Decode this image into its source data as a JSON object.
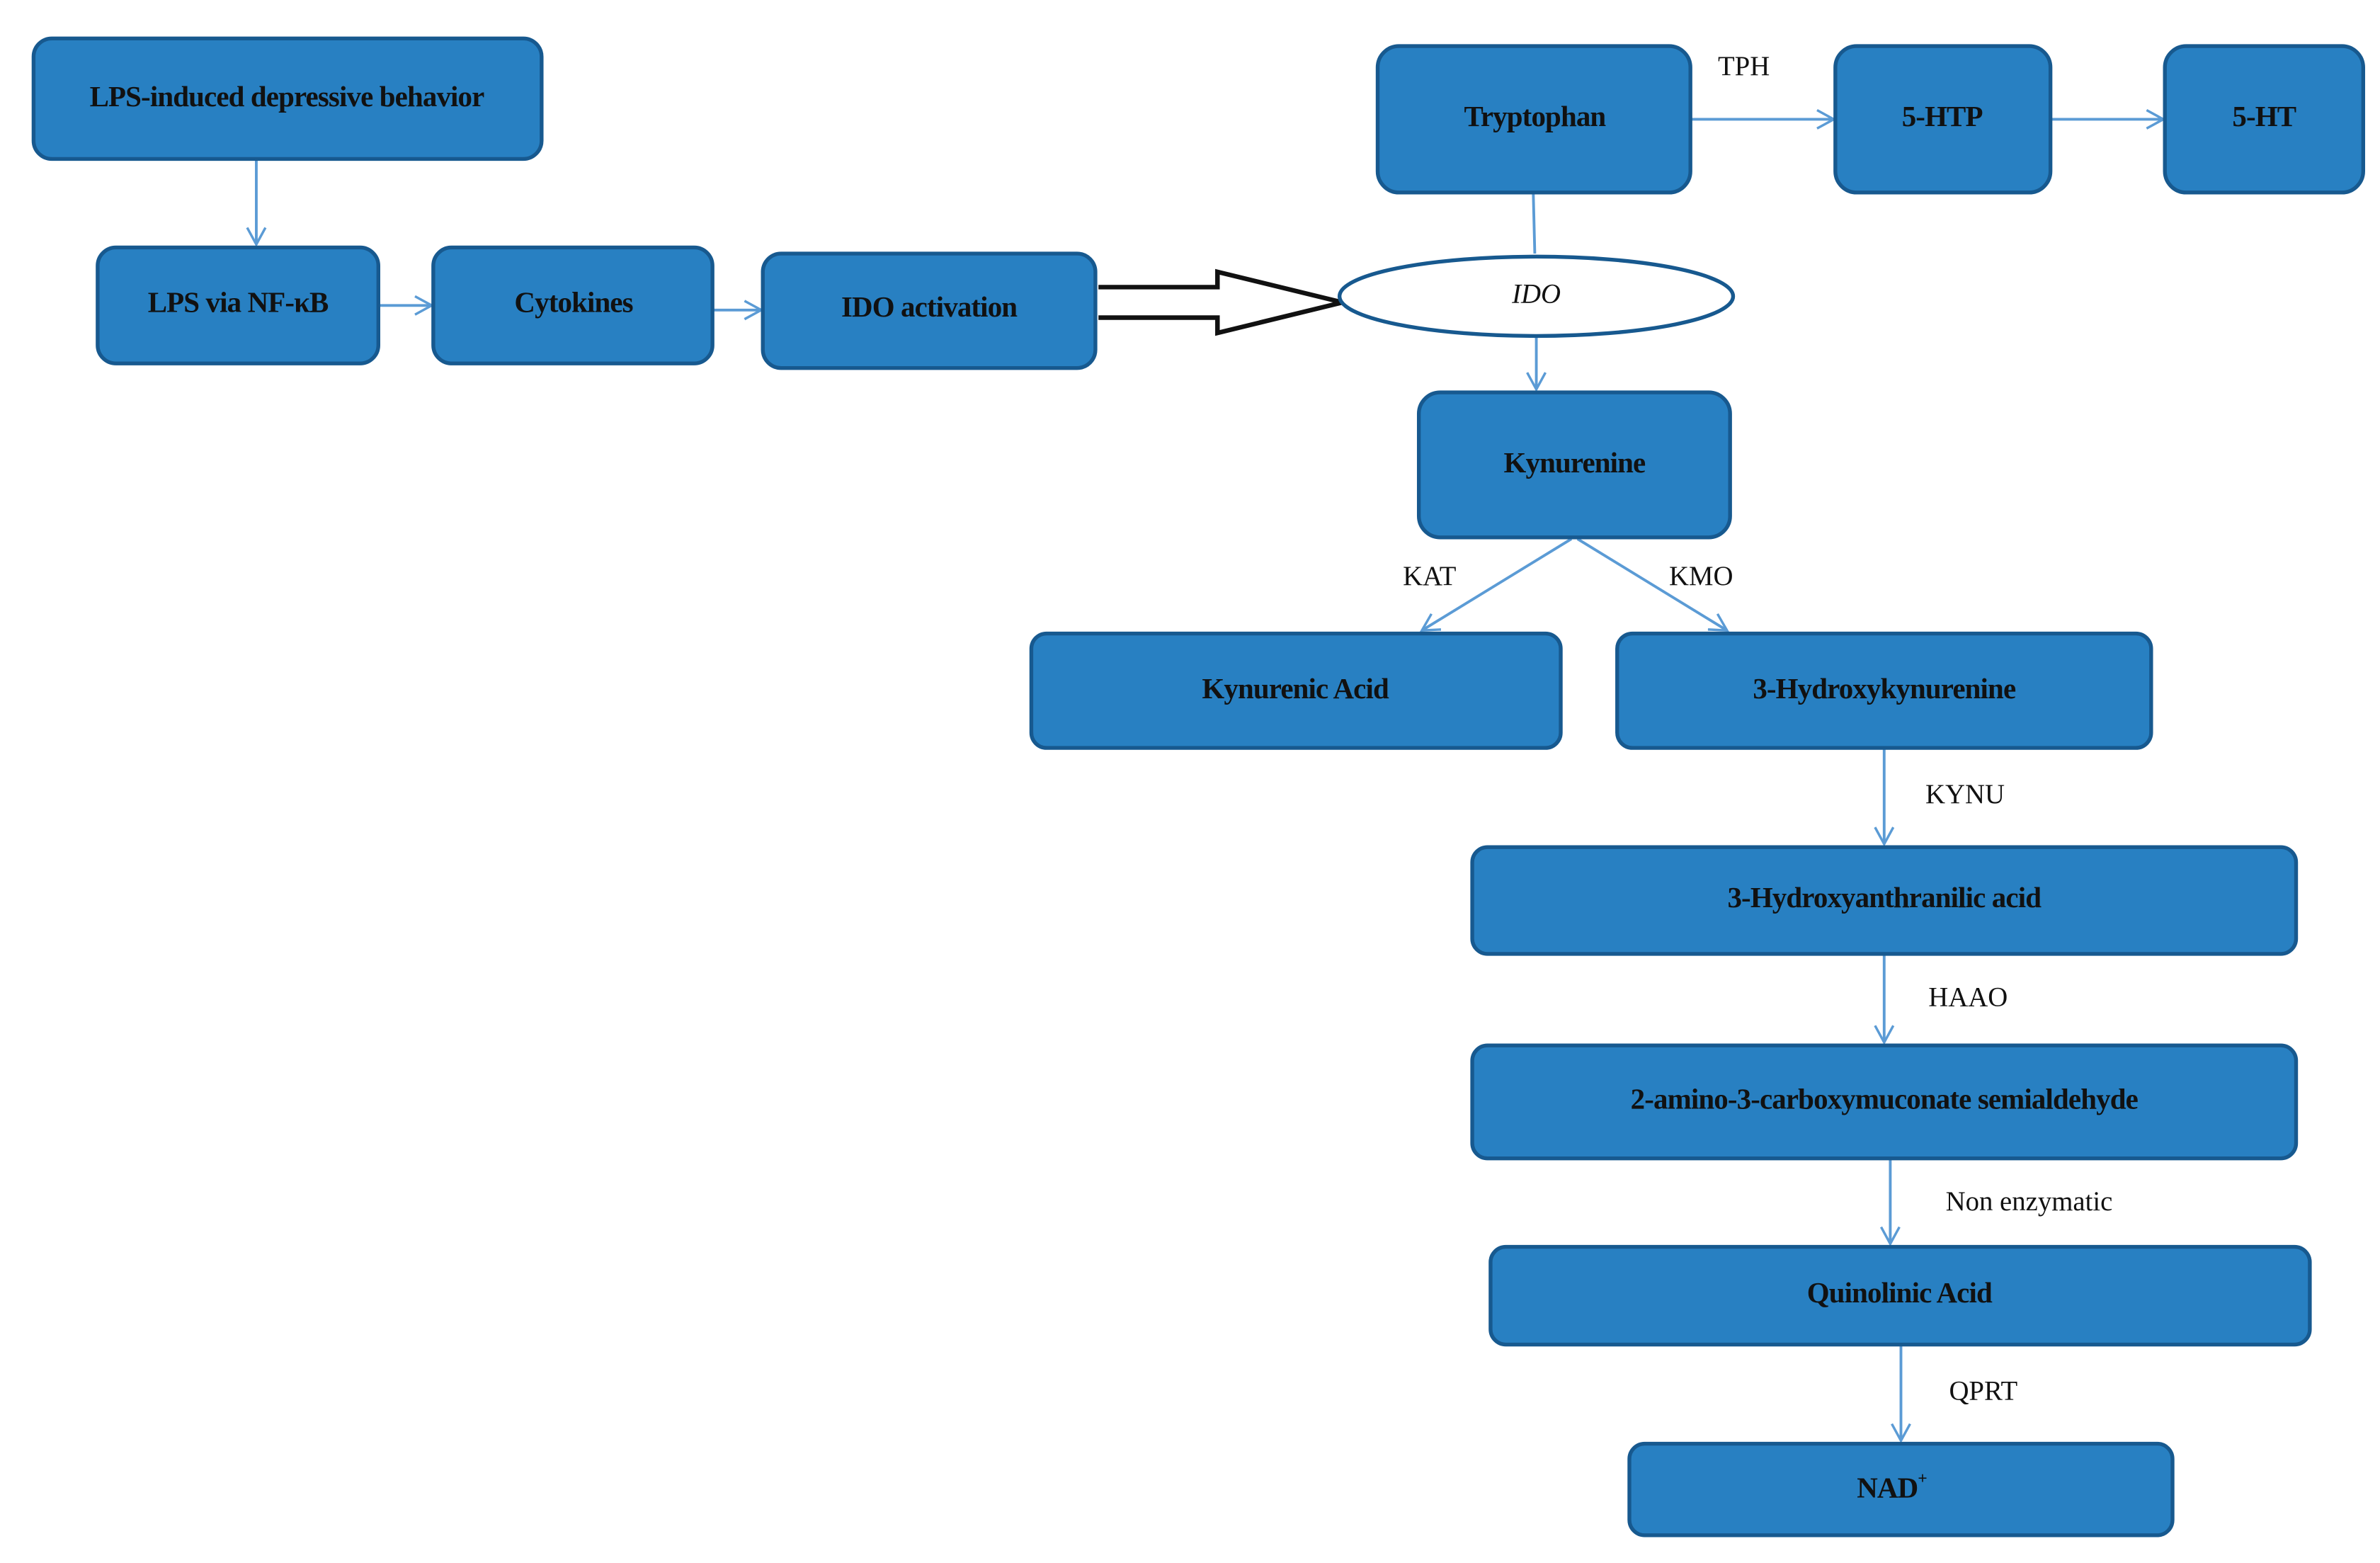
{
  "nodes": {
    "lps_induced": "LPS-induced depressive behavior",
    "lps_nfkb": "LPS via NF-κB",
    "cytokines": "Cytokines",
    "ido_activation": "IDO activation",
    "tryptophan": "Tryptophan",
    "htp": "5-HTP",
    "ht": "5-HT",
    "ido": "IDO",
    "kynurenine": "Kynurenine",
    "kynurenic_acid": "Kynurenic Acid",
    "hydroxykynurenine": "3-Hydroxykynurenine",
    "hydroxyanthranilic": "3-Hydroxyanthranilic acid",
    "acms": "2-amino-3-carboxymuconate semialdehyde",
    "quinolinic": "Quinolinic Acid",
    "nad": "NAD",
    "nad_sup": "+"
  },
  "enzymes": {
    "tph": "TPH",
    "kat": "KAT",
    "kmo": "KMO",
    "kynu": "KYNU",
    "haao": "HAAO",
    "non_enzymatic": "Non enzymatic",
    "qprt": "QPRT"
  },
  "colors": {
    "box": "#2880c2",
    "border": "#17598f",
    "arrow": "#5b9bd5"
  }
}
